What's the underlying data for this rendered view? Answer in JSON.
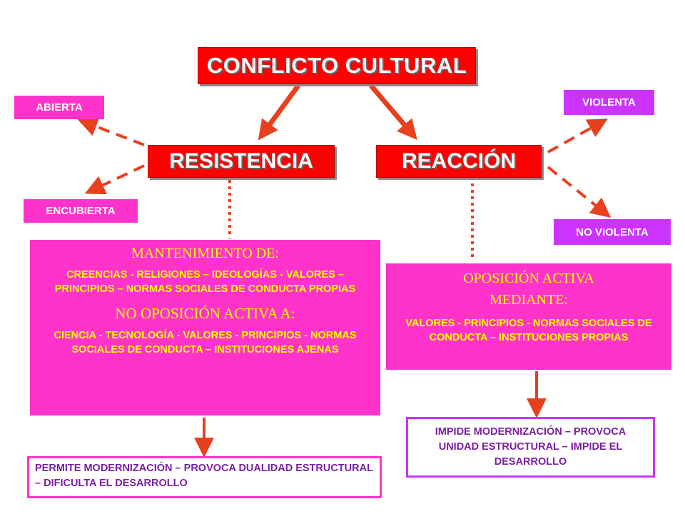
{
  "title": "CONFLICTO CULTURAL",
  "branches": {
    "left": "RESISTENCIA",
    "right": "REACCIÓN"
  },
  "tags": {
    "abierta": "ABIERTA",
    "encubierta": "ENCUBIERTA",
    "violenta": "VIOLENTA",
    "no_violenta": "NO VIOLENTA"
  },
  "left_box": {
    "heading1": "MANTENIMIENTO DE:",
    "text1": "CREENCIAS - RELIGIONES – IDEOLOGÍAS - VALORES – PRINCIPIOS – NORMAS SOCIALES DE CONDUCTA PROPIAS",
    "heading2": "NO OPOSICIÓN ACTIVA A:",
    "text2": "CIENCIA -  TECNOLOGÍA - VALORES -  PRINCIPIOS - NORMAS SOCIALES DE CONDUCTA – INSTITUCIONES AJENAS"
  },
  "right_box": {
    "heading": "OPOSICIÓN ACTIVA MEDIANTE:",
    "text": "VALORES -  PRINCIPIOS -  NORMAS SOCIALES DE CONDUCTA – INSTITUCIONES PROPIAS"
  },
  "left_result": "PERMITE MODERNIZACIÓN – PROVOCA DUALIDAD ESTRUCTURAL – DIFICULTA EL DESARROLLO",
  "right_result": "IMPIDE MODERNIZACIÓN – PROVOCA UNIDAD ESTRUCTURAL – IMPIDE EL DESARROLLO",
  "colors": {
    "red": "#ff0000",
    "pink": "#ff33cc",
    "violet": "#cc33ff",
    "yellow": "#ffff00",
    "arrow_red": "#e8401e",
    "purple_text": "#7a1fa3"
  }
}
